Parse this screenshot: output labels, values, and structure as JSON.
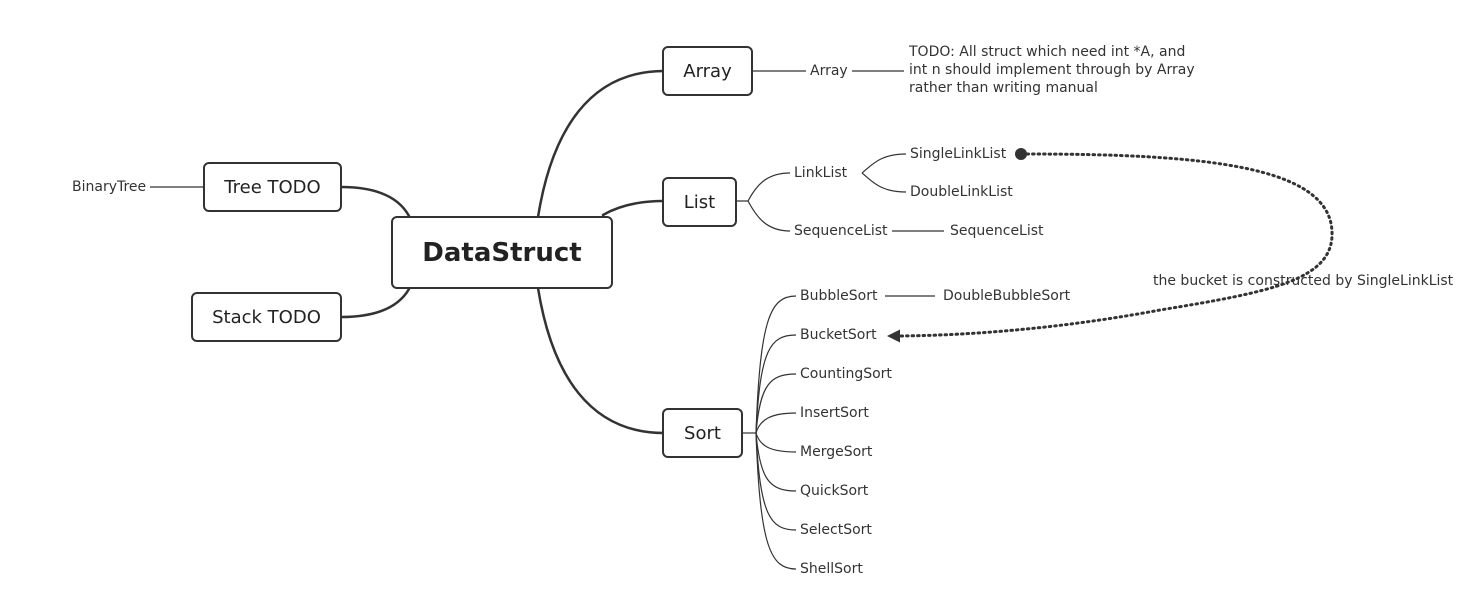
{
  "colors": {
    "line": "#333333",
    "text": "#333333",
    "node_border": "#333333"
  },
  "root": {
    "label": "DataStruct"
  },
  "branches": {
    "array": {
      "label": "Array",
      "children": [
        "Array"
      ],
      "note_lines": [
        "TODO:  All struct which need int *A, and",
        "int n should implement through by Array",
        "rather than writing manual"
      ]
    },
    "list": {
      "label": "List",
      "linklist": {
        "label": "LinkList",
        "children": [
          "SingleLinkList",
          "DoubleLinkList"
        ]
      },
      "sequencelist": {
        "label": "SequenceList",
        "children": [
          "SequenceList"
        ]
      }
    },
    "sort": {
      "label": "Sort",
      "bubblesort": {
        "label": "BubbleSort",
        "children": [
          "DoubleBubbleSort"
        ]
      },
      "others": [
        "BucketSort",
        "CountingSort",
        "InsertSort",
        "MergeSort",
        "QuickSort",
        "SelectSort",
        "ShellSort"
      ]
    },
    "tree": {
      "label": "Tree TODO",
      "children": [
        "BinaryTree"
      ]
    },
    "stack": {
      "label": "Stack TODO"
    }
  },
  "relation": {
    "label": "the bucket is constructed by SingleLinkList"
  }
}
